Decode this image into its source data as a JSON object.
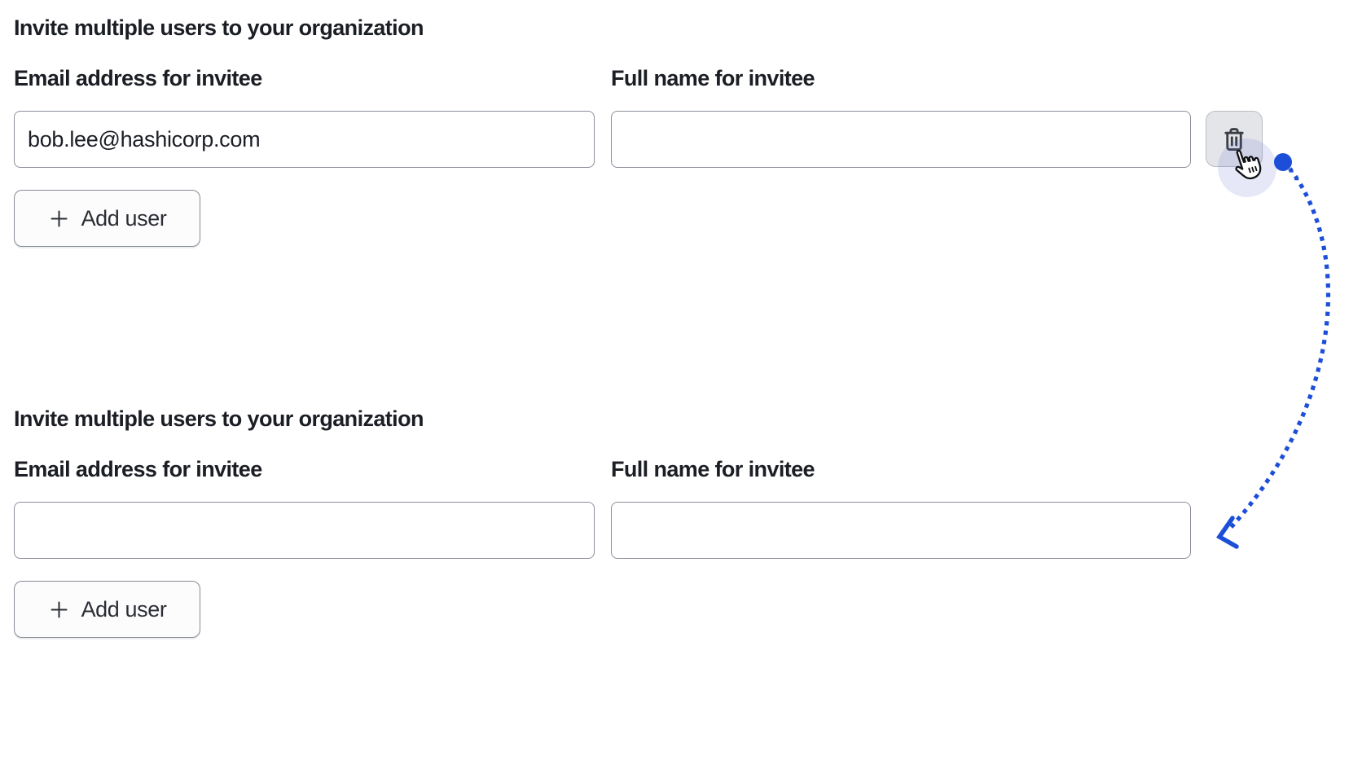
{
  "page": {
    "title": "Invite multiple users to your organization"
  },
  "colors": {
    "annotation_blue": "#1d4ed8",
    "text": "#1b1e24",
    "input_border": "#8b8f9a",
    "icon_button_bg": "#e4e5e9",
    "cursor_halo": "rgba(86,102,204,0.15)"
  },
  "sections": [
    {
      "heading": "Invite multiple users to your organization",
      "fields": [
        {
          "label": "Email address for invitee",
          "value": "bob.lee@hashicorp.com",
          "placeholder": ""
        },
        {
          "label": "Full name for invitee",
          "value": "",
          "placeholder": ""
        }
      ],
      "row_action": {
        "icon": "trash-icon"
      },
      "add_user": {
        "icon": "plus-icon",
        "label": "Add user"
      }
    },
    {
      "heading": "Invite multiple users to your organization",
      "fields": [
        {
          "label": "Email address for invitee",
          "value": "",
          "placeholder": ""
        },
        {
          "label": "Full name for invitee",
          "value": "",
          "placeholder": ""
        }
      ],
      "add_user": {
        "icon": "plus-icon",
        "label": "Add user"
      }
    }
  ],
  "annotation": {
    "cursor": "hand-pointer-cursor",
    "marker": "drag-start-dot",
    "path": "dotted-curved-arrow"
  }
}
